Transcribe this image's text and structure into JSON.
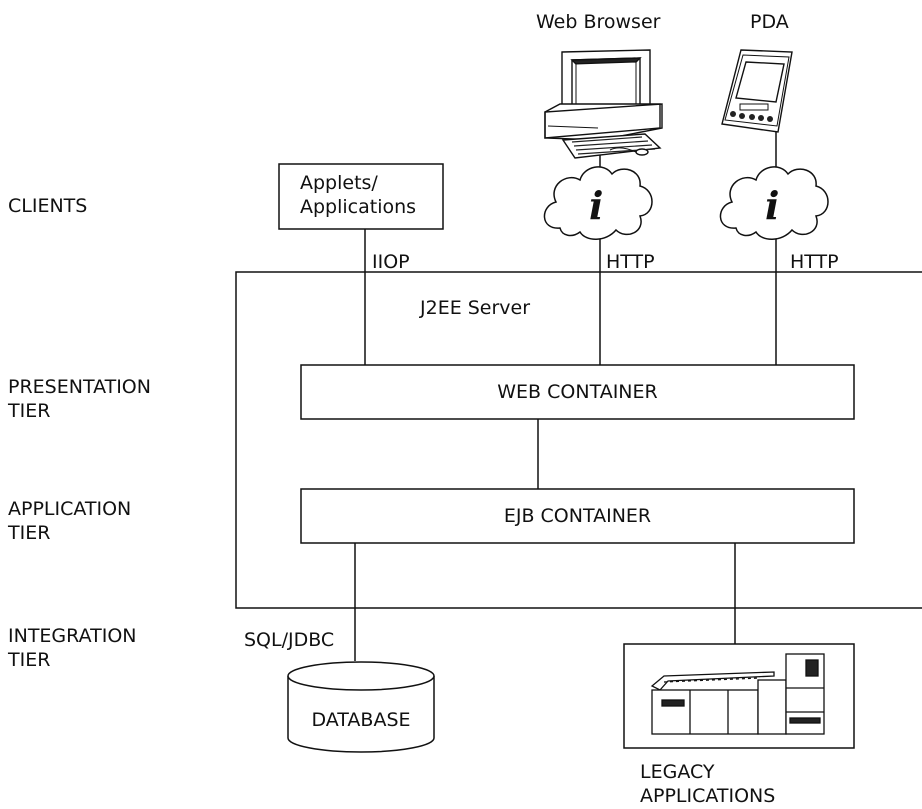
{
  "tiers": {
    "clients": "CLIENTS",
    "presentation": [
      "PRESENTATION",
      "TIER"
    ],
    "application": [
      "APPLICATION",
      "TIER"
    ],
    "integration": [
      "INTEGRATION",
      "TIER"
    ]
  },
  "clients": {
    "web_browser": "Web Browser",
    "pda": "PDA",
    "applets": [
      "Applets/",
      "Applications"
    ],
    "internet_glyph": "i"
  },
  "protocols": {
    "iiop": "IIOP",
    "http_browser": "HTTP",
    "http_pda": "HTTP",
    "sql": "SQL/JDBC"
  },
  "server": {
    "title": "J2EE Server",
    "web_container": "WEB CONTAINER",
    "ejb_container": "EJB CONTAINER"
  },
  "backends": {
    "database": "DATABASE",
    "legacy": [
      "LEGACY",
      "APPLICATIONS"
    ]
  },
  "icons": [
    "desktop-computer-icon",
    "pda-icon",
    "cloud-icon",
    "database-icon",
    "mainframe-icon"
  ]
}
